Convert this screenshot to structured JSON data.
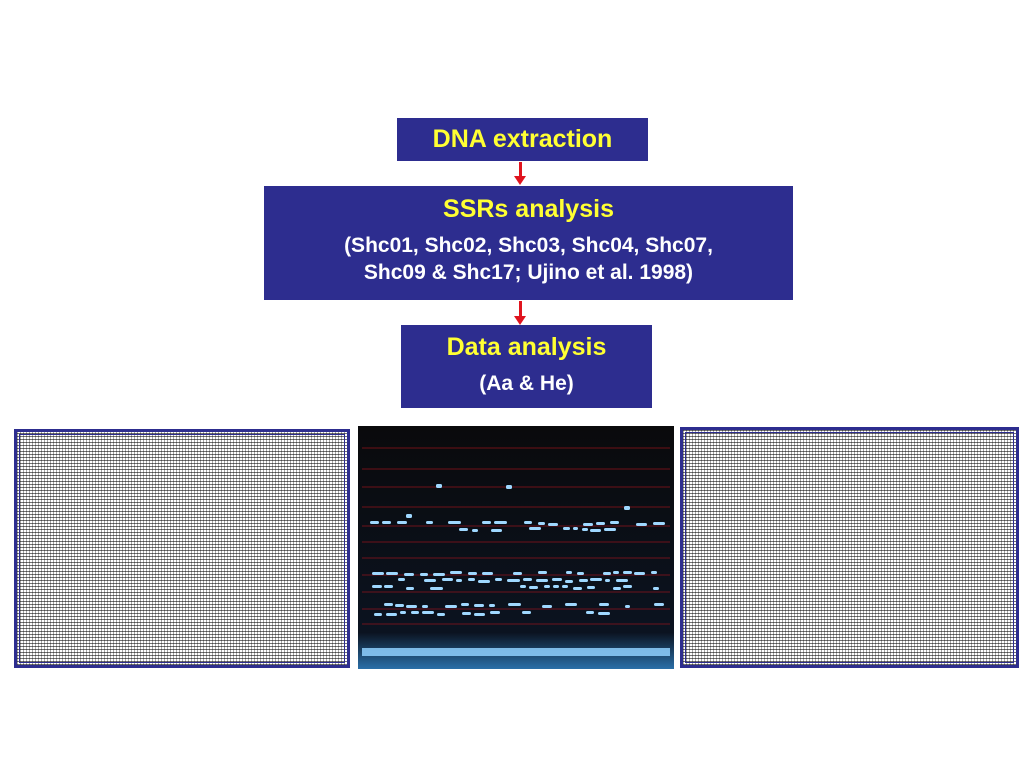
{
  "flow": {
    "step1": {
      "title": "DNA extraction"
    },
    "step2": {
      "title": "SSRs analysis",
      "detail_line1": "(Shc01, Shc02, Shc03, Shc04, Shc07,",
      "detail_line2": "Shc09 & Shc17; Ujino et al. 1998)"
    },
    "step3": {
      "title": "Data analysis",
      "detail": "(Aa & He)"
    }
  },
  "colors": {
    "box_fill": "#2d2d8f",
    "title_text": "#ffff33",
    "detail_text": "#ffffff",
    "arrow": "#e0141e",
    "gel_background": "#0a0a0c",
    "gel_band": "#9fd8ff",
    "gel_lane_line": "#b0141e"
  },
  "images": {
    "left_panel": "dense-data-table-image",
    "center_panel": "ssr-fragment-gel-image",
    "right_panel": "dense-data-table-image"
  }
}
